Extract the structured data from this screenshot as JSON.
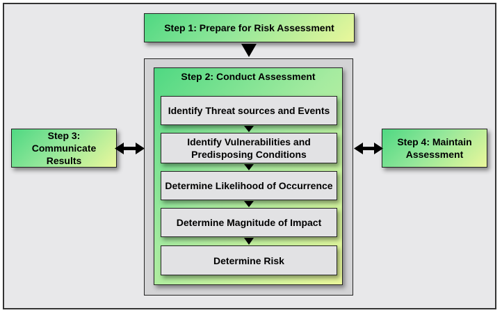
{
  "diagram": {
    "step1": "Step 1: Prepare for Risk Assessment",
    "step2": "Step 2: Conduct Assessment",
    "step3": "Step 3: Communicate Results",
    "step4": "Step 4: Maintain Assessment",
    "substeps": [
      "Identify Threat sources and Events",
      "Identify Vulnerabilities and Predisposing Conditions",
      "Determine Likelihood of Occurrence",
      "Determine Magnitude of Impact",
      "Determine Risk"
    ]
  },
  "colors": {
    "green_start": "#4fd882",
    "green_end": "#eaf79b",
    "grey_box": "#e2e2e4",
    "background": "#e8e8ea"
  }
}
